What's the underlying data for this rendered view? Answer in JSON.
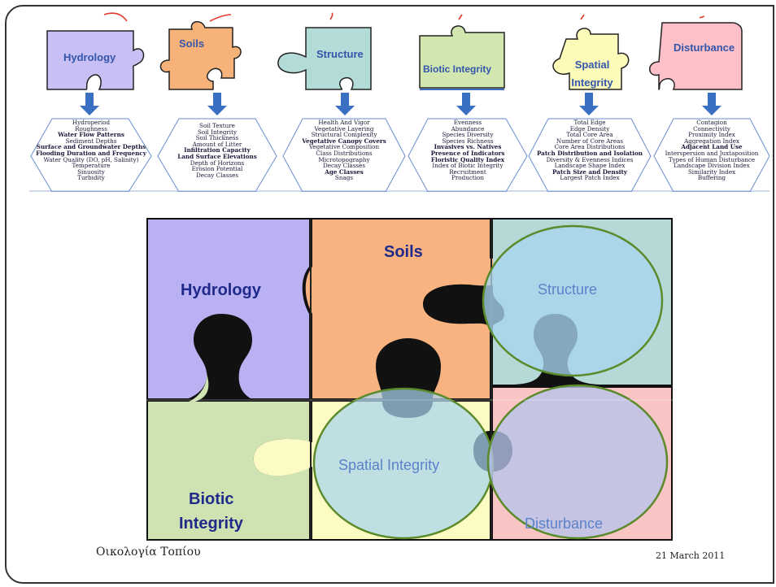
{
  "top_pieces": [
    {
      "id": "hydrology",
      "label": "Hydrology",
      "color": "#c8c0f5",
      "items": [
        {
          "t": "Hydroperiod",
          "b": false
        },
        {
          "t": "Roughness",
          "b": false
        },
        {
          "t": "Water Flow Patterns",
          "b": true
        },
        {
          "t": "Sediment Depths",
          "b": false
        },
        {
          "t": "Surface and Groundwater Depths",
          "b": true
        },
        {
          "t": "Flooding Duration and Frequency",
          "b": true
        },
        {
          "t": "Water Quality (DO, pH, Salinity)",
          "b": false
        },
        {
          "t": "Temperature",
          "b": false
        },
        {
          "t": "Sinuosity",
          "b": false
        },
        {
          "t": "Turbidity",
          "b": false
        }
      ]
    },
    {
      "id": "soils",
      "label": "Soils",
      "color": "#f7b27a",
      "items": [
        {
          "t": "Soil Texture",
          "b": false
        },
        {
          "t": "Soil Integrity",
          "b": false
        },
        {
          "t": "Soil Thickness",
          "b": false
        },
        {
          "t": "Amount of Litter",
          "b": false
        },
        {
          "t": "Infiltration Capacity",
          "b": true
        },
        {
          "t": "Land Surface Elevations",
          "b": true
        },
        {
          "t": "Depth of Horizons",
          "b": false
        },
        {
          "t": "Erosion Potential",
          "b": false
        },
        {
          "t": "Decay Classes",
          "b": false
        }
      ]
    },
    {
      "id": "structure",
      "label": "Structure",
      "color": "#b3dcd8",
      "items": [
        {
          "t": "Health And Vigor",
          "b": false
        },
        {
          "t": "Vegetative Layering",
          "b": false
        },
        {
          "t": "Structural Complexity",
          "b": false
        },
        {
          "t": "Vegetative Canopy Covers",
          "b": true
        },
        {
          "t": "Vegetative Composition",
          "b": false
        },
        {
          "t": "Class Distributions",
          "b": false
        },
        {
          "t": "Microtopography",
          "b": false
        },
        {
          "t": "Decay Classes",
          "b": false
        },
        {
          "t": "Age Classes",
          "b": true
        },
        {
          "t": "Snags",
          "b": false
        }
      ]
    },
    {
      "id": "biotic",
      "label": "Biotic Integrity",
      "color": "#d2e6b0",
      "items": [
        {
          "t": "Evenness",
          "b": false
        },
        {
          "t": "Abundance",
          "b": false
        },
        {
          "t": "Species Diversity",
          "b": false
        },
        {
          "t": "Species Richness",
          "b": false
        },
        {
          "t": "Invasives vs. Natives",
          "b": true
        },
        {
          "t": "Presence of Indicators",
          "b": true
        },
        {
          "t": "Floristic Quality Index",
          "b": true
        },
        {
          "t": "Index of Biotic Integrity",
          "b": false
        },
        {
          "t": "Recruitment",
          "b": false
        },
        {
          "t": "Production",
          "b": false
        }
      ]
    },
    {
      "id": "spatial",
      "label": "Spatial Integrity",
      "color": "#fdfbb8",
      "items": [
        {
          "t": "Total Edge",
          "b": false
        },
        {
          "t": "Edge Density",
          "b": false
        },
        {
          "t": "Total Core Area",
          "b": false
        },
        {
          "t": "Number of Core Areas",
          "b": false
        },
        {
          "t": "Core Area Distributions",
          "b": false
        },
        {
          "t": "Patch Distribution and Isolation",
          "b": true
        },
        {
          "t": "Diversity & Evenness Indices",
          "b": false
        },
        {
          "t": "Landscape Shape Index",
          "b": false
        },
        {
          "t": "Patch Size and Density",
          "b": true
        },
        {
          "t": "Largest Patch Index",
          "b": false
        }
      ]
    },
    {
      "id": "disturbance",
      "label": "Disturbance",
      "color": "#fdc0c8",
      "items": [
        {
          "t": "Contagion",
          "b": false
        },
        {
          "t": "Connectivity",
          "b": false
        },
        {
          "t": "Proximity Index",
          "b": false
        },
        {
          "t": "Aggregation Index",
          "b": false
        },
        {
          "t": "Adjacent Land Use",
          "b": true
        },
        {
          "t": "Interspersion and Juxtaposition",
          "b": false
        },
        {
          "t": "Types of Human Disturbance",
          "b": false
        },
        {
          "t": "Landscape Division Index",
          "b": false
        },
        {
          "t": "Similarity Index",
          "b": false
        },
        {
          "t": "Buffering",
          "b": false
        }
      ]
    }
  ],
  "main_labels": {
    "hydrology": "Hydrology",
    "soils": "Soils",
    "structure": "Structure",
    "biotic_line1": "Biotic",
    "biotic_line2": "Integrity",
    "spatial": "Spatial Integrity",
    "disturbance": "Disturbance"
  },
  "footer": {
    "left": "Οικολογία Τοπίου",
    "right": "21 March 2011"
  },
  "colors": {
    "hydrology": "#b9b1f2",
    "soils": "#f8b381",
    "structure": "#b5d9d6",
    "biotic": "#cfe2b2",
    "spatial": "#fdfbc4",
    "disturbance": "#f8c4c4",
    "circle_fill": "#a8d4ee",
    "circle_stroke": "#5a8a2a",
    "arrow": "#3b6fc2",
    "label_dark": "#1f2a8a",
    "label_light": "#5b82c9"
  }
}
